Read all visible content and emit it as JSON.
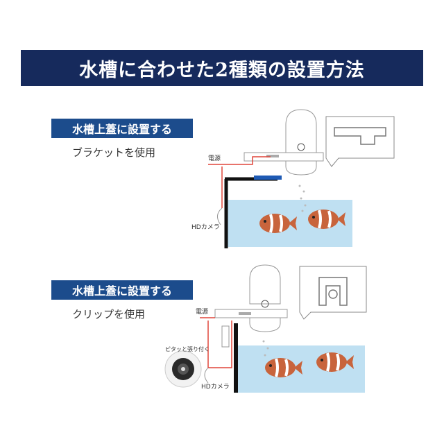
{
  "header": {
    "title": "水槽に合わせた2種類の設置方法"
  },
  "sections": [
    {
      "label": "水槽上蓋に設置する",
      "subtitle": "ブラケットを使用",
      "power_label": "電源",
      "camera_label": "HDカメラ"
    },
    {
      "label": "水槽上蓋に設置する",
      "subtitle": "クリップを使用",
      "power_label": "電源",
      "camera_label": "HDカメラ",
      "suction_label": "ピタッと張り付く"
    }
  ],
  "colors": {
    "header_bg": "#162a5c",
    "label_bg": "#1c4c8c",
    "water": "#bfe0f2",
    "cable": "#e0453a",
    "fish": "#c8643c"
  }
}
